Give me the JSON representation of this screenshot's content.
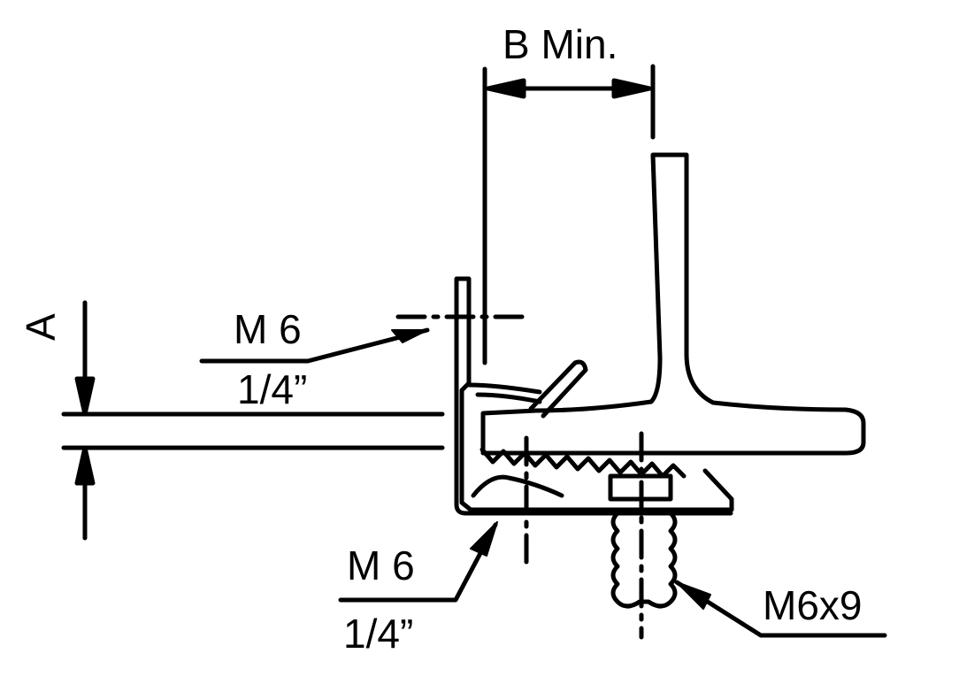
{
  "labels": {
    "b_min": "B Min.",
    "a": "A",
    "m6_top": "M 6",
    "quarter_top": "1/4”",
    "m6_bottom": "M 6",
    "quarter_bottom": "1/4”",
    "m6x9": "M6x9"
  },
  "colors": {
    "line": "#000000",
    "background": "#ffffff"
  }
}
